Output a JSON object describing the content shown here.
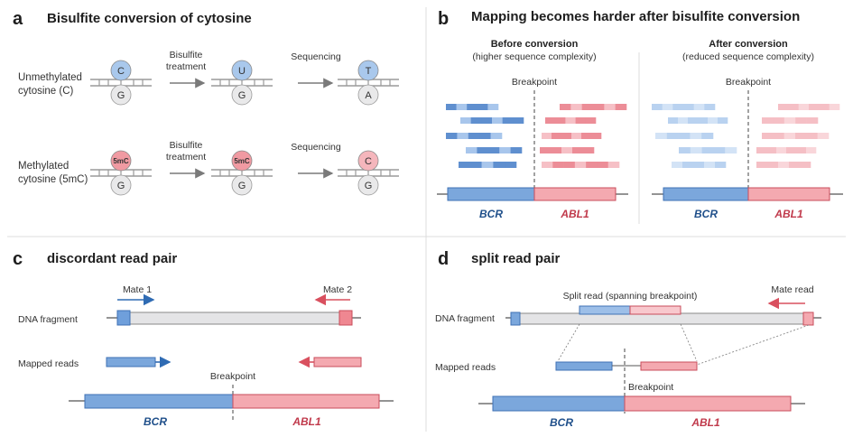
{
  "panels": {
    "a": {
      "letter": "a",
      "title": "Bisulfite conversion of cytosine",
      "rows": [
        {
          "label_line1": "Unmethylated",
          "label_line2": "cytosine (C)",
          "step1_line1": "Bisulfite",
          "step1_line2": "treatment",
          "step2": "Sequencing",
          "stages": [
            {
              "top": "C",
              "bottom": "G",
              "top_color": "#a9c8ec"
            },
            {
              "top": "U",
              "bottom": "G",
              "top_color": "#a9c8ec"
            },
            {
              "top": "T",
              "bottom": "A",
              "top_color": "#a9c8ec"
            }
          ]
        },
        {
          "label_line1": "Methylated",
          "label_line2": "cytosine (5mC)",
          "step1_line1": "Bisulfite",
          "step1_line2": "treatment",
          "step2": "Sequencing",
          "stages": [
            {
              "top": "5mC",
              "bottom": "G",
              "top_color": "#f09aa2"
            },
            {
              "top": "5mC",
              "bottom": "G",
              "top_color": "#f09aa2"
            },
            {
              "top": "C",
              "bottom": "G",
              "top_color": "#f5b6bc"
            }
          ]
        }
      ]
    },
    "b": {
      "letter": "b",
      "title": "Mapping becomes harder after bisulfite conversion",
      "before_title": "Before conversion",
      "before_sub": "(higher sequence complexity)",
      "after_title": "After conversion",
      "after_sub": "(reduced sequence complexity)",
      "breakpoint": "Breakpoint",
      "gene_left": "BCR",
      "gene_right": "ABL1"
    },
    "c": {
      "letter": "c",
      "title": "discordant read pair",
      "mate1": "Mate 1",
      "mate2": "Mate 2",
      "dna_fragment": "DNA fragment",
      "mapped_reads": "Mapped reads",
      "breakpoint": "Breakpoint",
      "gene_left": "BCR",
      "gene_right": "ABL1"
    },
    "d": {
      "letter": "d",
      "title": "split read pair",
      "split_read": "Split read (spanning breakpoint)",
      "mate_read": "Mate read",
      "dna_fragment": "DNA fragment",
      "mapped_reads": "Mapped reads",
      "breakpoint": "Breakpoint",
      "gene_left": "BCR",
      "gene_right": "ABL1"
    }
  },
  "colors": {
    "blue": "#7ba7dc",
    "blue_dark": "#4a7fc1",
    "red": "#f0a0a8",
    "red_dark": "#d9505f",
    "gene_blue": "#1f4f8a",
    "gene_red": "#c0394b"
  }
}
